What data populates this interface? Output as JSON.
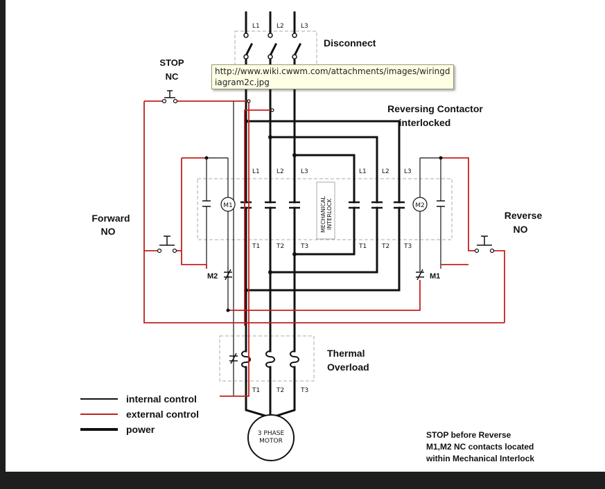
{
  "labels": {
    "disconnect": "Disconnect",
    "stop_line1": "STOP",
    "stop_line2": "NC",
    "reversing_line1": "Reversing Contactor",
    "reversing_line2": "interlocked",
    "forward_line1": "Forward",
    "forward_line2": "NO",
    "reverse_line1": "Reverse",
    "reverse_line2": "NO",
    "thermal_line1": "Thermal",
    "thermal_line2": "Overload",
    "motor_line1": "3 PHASE",
    "motor_line2": "MOTOR",
    "interlock_line1": "MECHANICAL",
    "interlock_line2": "INTERLOCK",
    "coil_m1": "M1",
    "coil_m2": "M2",
    "contact_m2": "M2",
    "contact_m1": "M1",
    "note_line1": "STOP before Reverse",
    "note_line2": "M1,M2 NC contacts located",
    "note_line3": "within Mechanical Interlock"
  },
  "terminals": {
    "l1": "L1",
    "l2": "L2",
    "l3": "L3",
    "t1": "T1",
    "t2": "T2",
    "t3": "T3"
  },
  "legend": {
    "internal": "internal control",
    "external": "external control",
    "power": "power"
  },
  "colors": {
    "external": "#c0201e",
    "power": "#111111",
    "box_dash": "#aaaaaa",
    "tooltip_bg": "#ffffe6"
  },
  "tooltip": {
    "text": "http://www.wiki.cwwm.com/attachments/images/wiringdiagram2c.jpg"
  }
}
